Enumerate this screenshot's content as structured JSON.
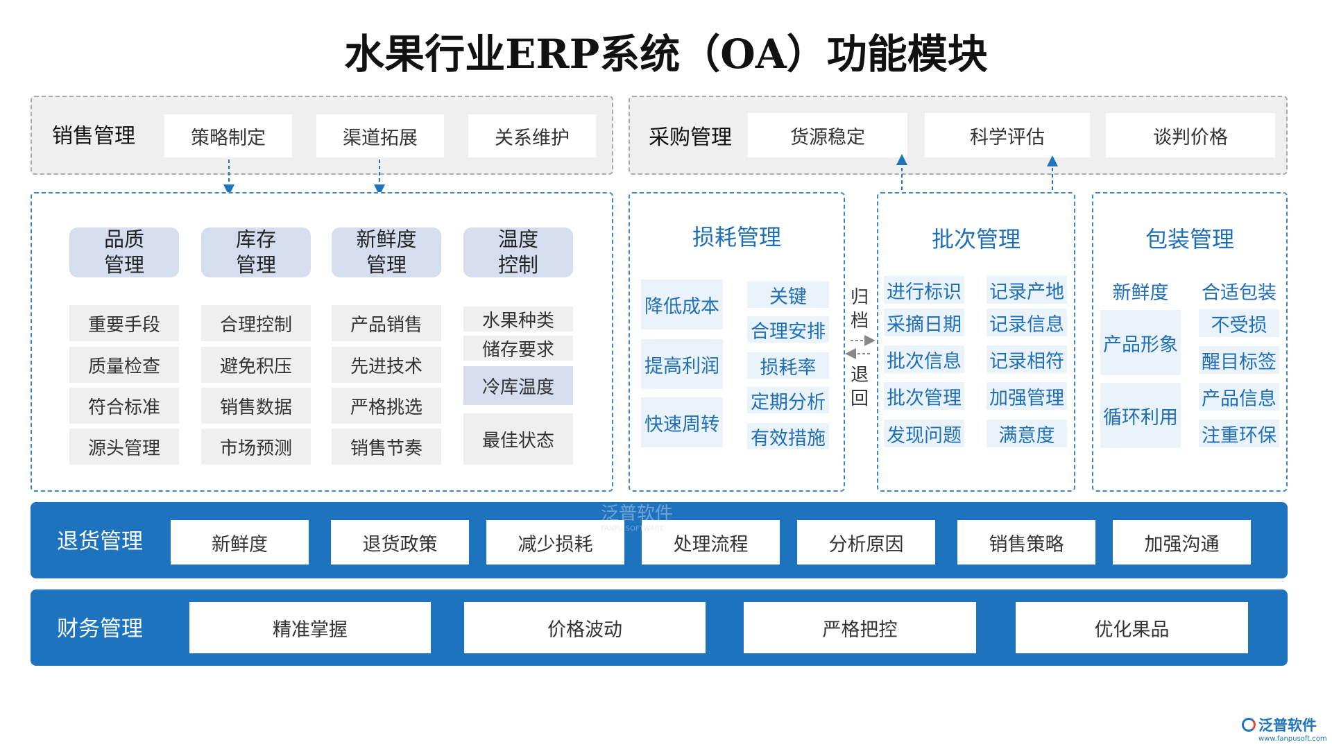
{
  "title": "水果行业ERP系统（OA）功能模块",
  "sales": {
    "label": "销售管理",
    "items": [
      "策略制定",
      "渠道拓展",
      "关系维护"
    ]
  },
  "purchase": {
    "label": "采购管理",
    "items": [
      "货源稳定",
      "科学评估",
      "谈判价格"
    ]
  },
  "quality_panel": {
    "headers": [
      {
        "line1": "品质",
        "line2": "管理"
      },
      {
        "line1": "库存",
        "line2": "管理"
      },
      {
        "line1": "新鲜度",
        "line2": "管理"
      },
      {
        "line1": "温度",
        "line2": "控制"
      }
    ],
    "col1": [
      "重要手段",
      "质量检查",
      "符合标准",
      "源头管理"
    ],
    "col2": [
      "合理控制",
      "避免积压",
      "销售数据",
      "市场预测"
    ],
    "col3": [
      "产品销售",
      "先进技术",
      "严格挑选",
      "销售节奏"
    ],
    "col4": [
      "水果种类",
      "储存要求",
      "冷库温度",
      "最佳状态"
    ]
  },
  "loss": {
    "title": "损耗管理",
    "left": [
      "降低成本",
      "提高利润",
      "快速周转"
    ],
    "right": [
      "关键",
      "合理安排",
      "损耗率",
      "定期分析",
      "有效措施"
    ]
  },
  "archive": {
    "top": [
      "归",
      "档"
    ],
    "bottom": [
      "退",
      "回"
    ]
  },
  "batch": {
    "title": "批次管理",
    "left": [
      "进行标识",
      "采摘日期",
      "批次信息",
      "批次管理",
      "发现问题"
    ],
    "right": [
      "记录产地",
      "记录信息",
      "记录相符",
      "加强管理",
      "满意度"
    ]
  },
  "package": {
    "title": "包装管理",
    "left": [
      "新鲜度",
      "产品形象",
      "循环利用"
    ],
    "right": [
      "合适包装",
      "不受损",
      "醒目标签",
      "产品信息",
      "注重环保"
    ]
  },
  "returns": {
    "label": "退货管理",
    "items": [
      "新鲜度",
      "退货政策",
      "减少损耗",
      "处理流程",
      "分析原因",
      "销售策略",
      "加强沟通"
    ]
  },
  "finance": {
    "label": "财务管理",
    "items": [
      "精准掌握",
      "价格波动",
      "严格把控",
      "优化果品"
    ]
  },
  "watermark": {
    "name": "泛普软件",
    "sub": "FANPU SOFTWARE"
  },
  "logo": {
    "name": "泛普软件",
    "url": "www.fanpusoft.com"
  },
  "colors": {
    "blue": "#1e73be",
    "panel_title": "#1f6fb8",
    "header_box": "#d5deef",
    "cell_gray": "#efefef",
    "cell_blue": "#eaf2fa"
  }
}
